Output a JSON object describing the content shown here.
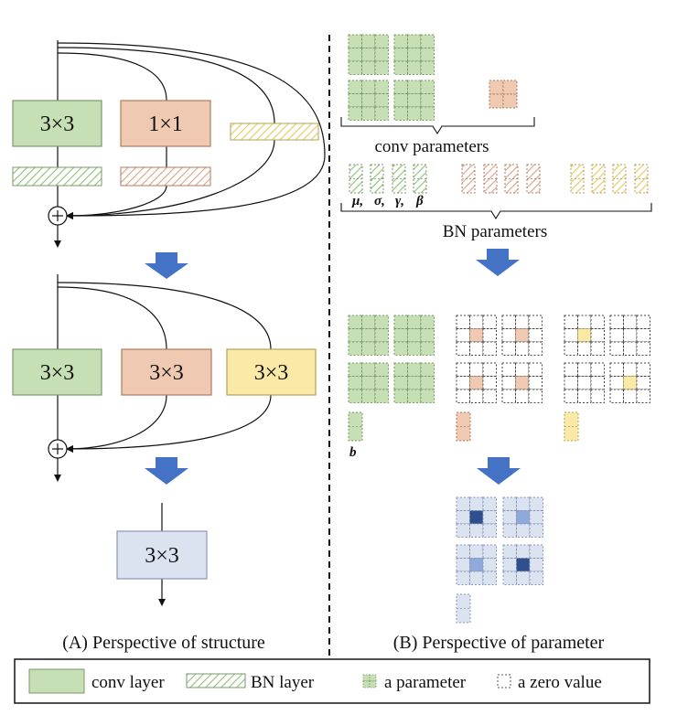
{
  "structure": {
    "blocks_stage1": [
      "3×3",
      "1×1"
    ],
    "blocks_stage2": [
      "3×3",
      "3×3",
      "3×3"
    ],
    "block_final": "3×3",
    "caption": "(A) Perspective of structure"
  },
  "parameter": {
    "conv_caption": "conv parameters",
    "bn_caption": "BN parameters",
    "bn_symbols": [
      "μ,",
      "σ,",
      "γ,",
      "β"
    ],
    "bias_symbol": "b",
    "caption": "(B) Perspective of parameter"
  },
  "legend": {
    "conv_layer": "conv layer",
    "bn_layer": "BN layer",
    "param": "a parameter",
    "zero": "a zero value"
  },
  "colors": {
    "green": "#c6dfb4",
    "green_edge": "#7a9a6a",
    "orange": "#f0c9b2",
    "orange_edge": "#b07a5c",
    "yellow": "#fbe9a8",
    "yellow_edge": "#b5a058",
    "blue": "#dbe2f0",
    "blue_edge": "#8896b8",
    "arrow": "#4472c4",
    "hatch_green": "#8fbf73",
    "hatch_orange": "#d9a085",
    "hatch_yellow": "#e6c75e",
    "light_blue_cell": "#8fa9dc",
    "dark_blue_cell": "#2f4f8f"
  }
}
